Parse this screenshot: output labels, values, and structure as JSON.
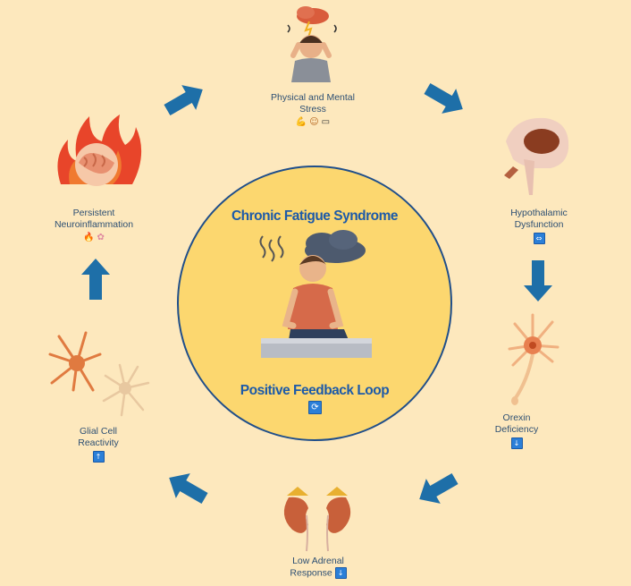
{
  "center": {
    "title": "Chronic Fatigue Syndrome",
    "subtitle": "Positive Feedback Loop",
    "loop_icon": "refresh-icon"
  },
  "nodes": [
    {
      "id": "stress",
      "line1": "Physical and Mental",
      "line2": "Stress",
      "icons": [
        "muscle-icon",
        "person-icon",
        "laptop-icon"
      ]
    },
    {
      "id": "hypothalamic",
      "line1": "Hypothalamic",
      "line2": "Dysfunction",
      "indicator": "⇔"
    },
    {
      "id": "orexin",
      "line1": "Orexin",
      "line2": "Deficiency",
      "indicator": "↓"
    },
    {
      "id": "adrenal",
      "line1": "Low Adrenal",
      "line2": "Response",
      "indicator": "↓"
    },
    {
      "id": "glial",
      "line1": "Glial Cell",
      "line2": "Reactivity",
      "indicator": "↑"
    },
    {
      "id": "neuroinflammation",
      "line1": "Persistent",
      "line2": "Neuroinflammation",
      "icons": [
        "fire-icon",
        "brain-icon"
      ]
    }
  ],
  "colors": {
    "background": "#fde8bd",
    "center_fill": "#fcd76f",
    "center_border": "#1f4e8a",
    "title_text": "#1d5aa8",
    "arrow": "#1e6fa8",
    "label_text": "#2d4f73"
  }
}
